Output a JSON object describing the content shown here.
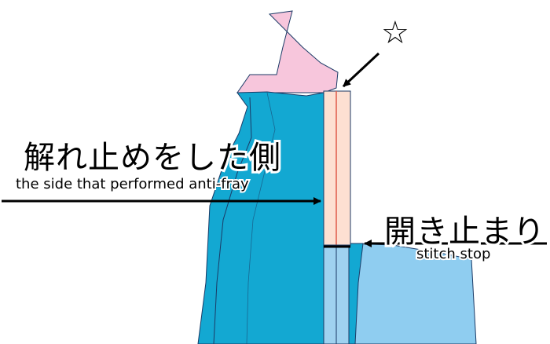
{
  "labels": {
    "star": "☆",
    "frayed_side_jp": "解れ止めをした側",
    "frayed_side_en": "the side that performed anti-fray",
    "stitch_stop_jp": "開き止まり",
    "stitch_stop_en": "stitch stop"
  },
  "colors": {
    "collar_pink": "#f7c6dc",
    "fabric_teal": "#13a8d2",
    "fabric_light_blue": "#8fcdf0",
    "seam_allowance_peach": "#fde0d2",
    "seam_line_red": "#e05a4a",
    "outline": "#1b3a66",
    "arrow": "#000000"
  }
}
